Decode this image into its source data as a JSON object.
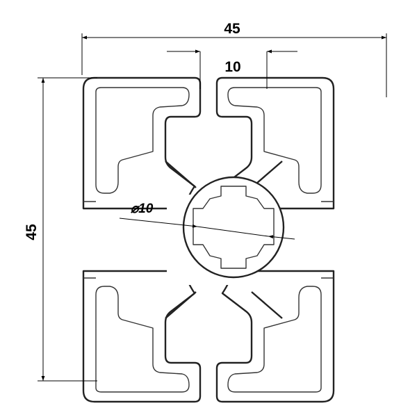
{
  "drawing": {
    "width_label": "45",
    "slot_label": "10",
    "height_label": "45",
    "bore_label": "⌀10"
  },
  "colors": {
    "line": "#222222",
    "background": "#ffffff"
  }
}
